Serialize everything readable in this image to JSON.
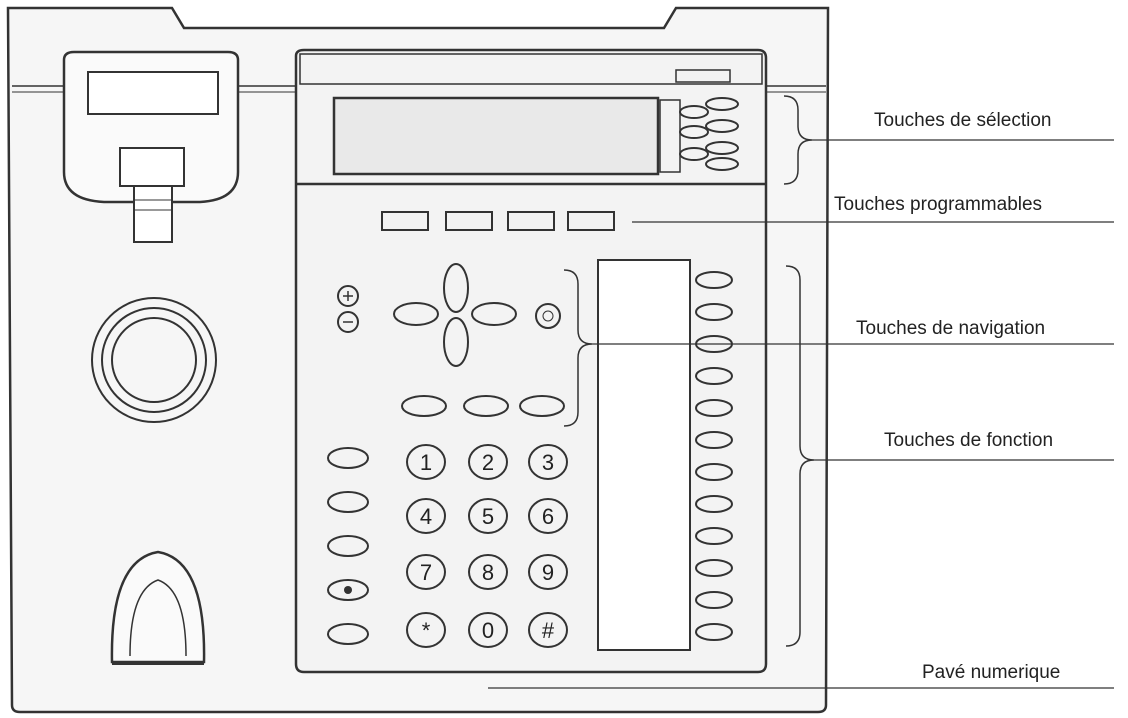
{
  "callouts": {
    "selection": "Touches de sélection",
    "programmable": "Touches programmables",
    "navigation": "Touches de navigation",
    "function": "Touches de fonction",
    "keypad": "Pavé numerique"
  },
  "keypad": {
    "keys": [
      "1",
      "2",
      "3",
      "4",
      "5",
      "6",
      "7",
      "8",
      "9",
      "*",
      "0",
      "#"
    ]
  },
  "colors": {
    "line": "#333333",
    "body": "#f6f6f6",
    "screen": "#e9e9e9"
  },
  "icons": [
    "handset-cradle-icon",
    "speaker-grille-icon",
    "phone-stand-icon",
    "arrow-up-icon",
    "arrow-down-icon",
    "arrow-left-icon",
    "arrow-right-icon"
  ]
}
